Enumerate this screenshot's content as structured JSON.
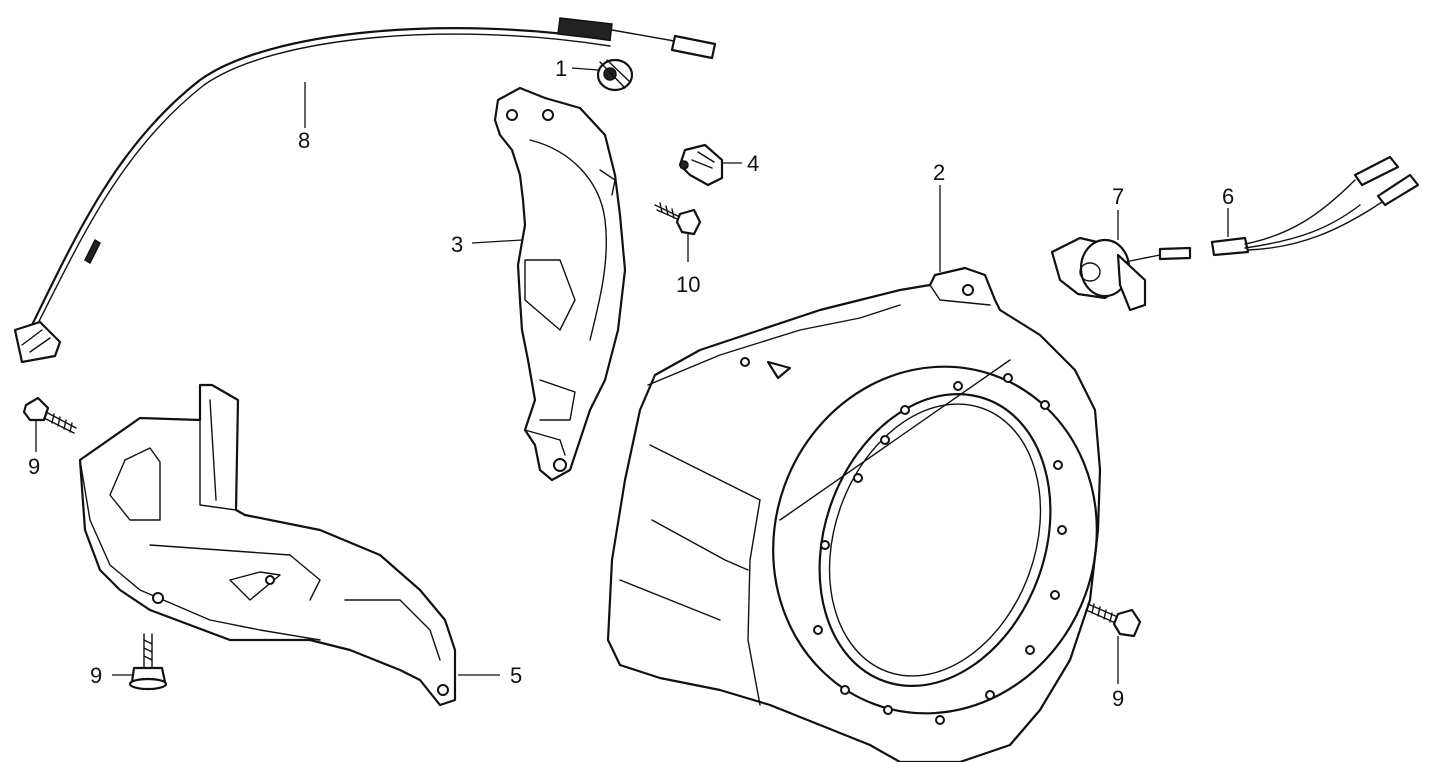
{
  "callouts": [
    {
      "id": "c1",
      "text": "1"
    },
    {
      "id": "c2",
      "text": "2"
    },
    {
      "id": "c3",
      "text": "3"
    },
    {
      "id": "c4",
      "text": "4"
    },
    {
      "id": "c5",
      "text": "5"
    },
    {
      "id": "c6",
      "text": "6"
    },
    {
      "id": "c7",
      "text": "7"
    },
    {
      "id": "c8",
      "text": "8"
    },
    {
      "id": "c9a",
      "text": "9"
    },
    {
      "id": "c9b",
      "text": "9"
    },
    {
      "id": "c9c",
      "text": "9"
    },
    {
      "id": "c10",
      "text": "10"
    }
  ],
  "colors": {
    "line": "#111111",
    "background": "#ffffff"
  }
}
